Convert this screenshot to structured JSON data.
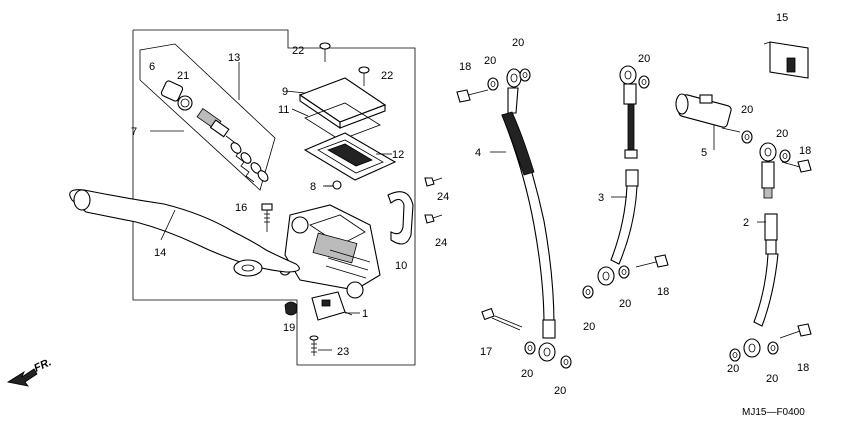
{
  "diagram_code": "MJ15—F0400",
  "front_label": "FR.",
  "callouts": {
    "c1": "1",
    "c2": "2",
    "c3": "3",
    "c4": "4",
    "c5": "5",
    "c6": "6",
    "c7": "7",
    "c8": "8",
    "c9": "9",
    "c10": "10",
    "c11": "11",
    "c12": "12",
    "c13": "13",
    "c14": "14",
    "c15": "15",
    "c16": "16",
    "c17": "17",
    "c18": "18",
    "c19": "19",
    "c20": "20",
    "c21": "21",
    "c22": "22",
    "c23": "23",
    "c24": "24"
  }
}
